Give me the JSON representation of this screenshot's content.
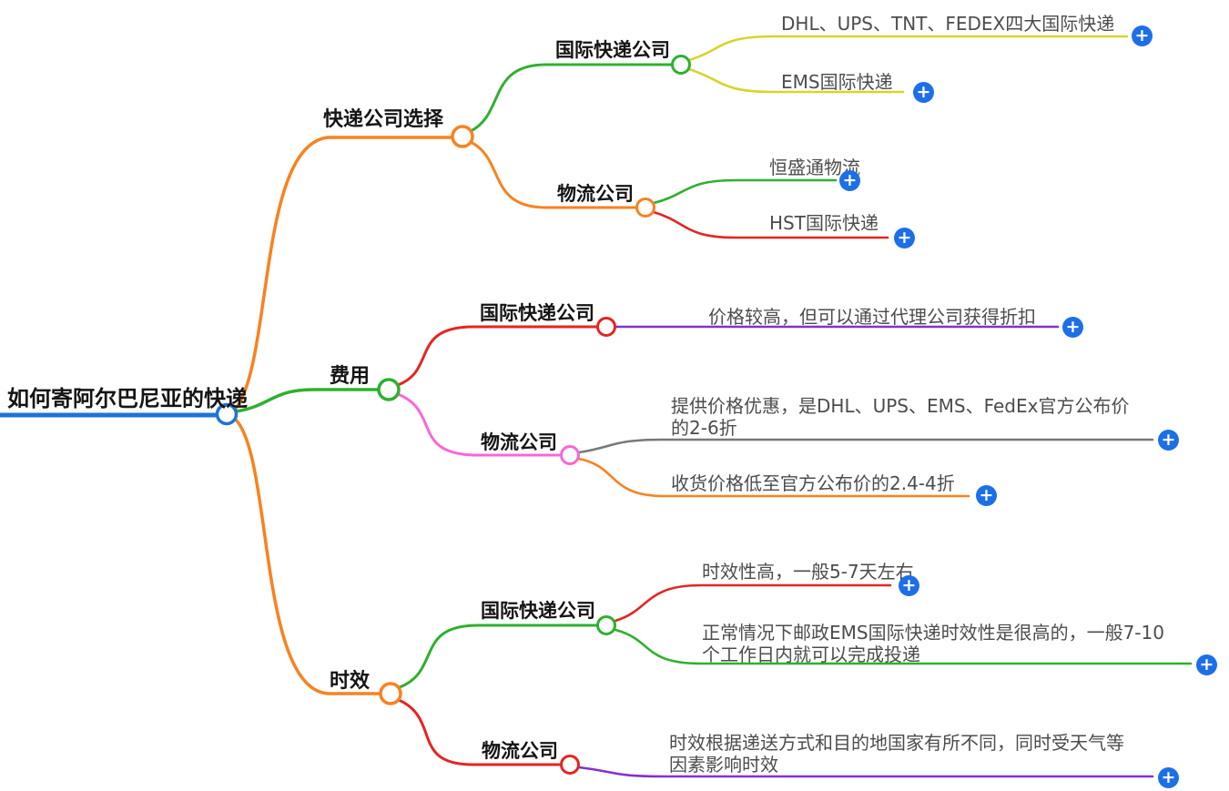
{
  "colors": {
    "root_blue": "#2073d6",
    "orange": "#f8821f",
    "green": "#2eb02e",
    "yellow": "#d6d52b",
    "red": "#e42520",
    "pink": "#f966d6",
    "purple": "#8531c9",
    "gray": "#787878",
    "plus_blue": "#1d6fe8",
    "leaf_text": "#4c4c4c",
    "node_text": "#141414"
  },
  "icons": {
    "add_glyph": "+"
  },
  "root": {
    "label": "如何寄阿尔巴尼亚的快递"
  },
  "branches": [
    {
      "label": "快递公司选择",
      "children": [
        {
          "label": "国际快递公司",
          "leaves": [
            {
              "text": "DHL、UPS、TNT、FEDEX四大国际快递"
            },
            {
              "text": "EMS国际快递"
            }
          ]
        },
        {
          "label": "物流公司",
          "leaves": [
            {
              "text": "恒盛通物流"
            },
            {
              "text": "HST国际快递"
            }
          ]
        }
      ]
    },
    {
      "label": "费用",
      "children": [
        {
          "label": "国际快递公司",
          "leaves": [
            {
              "text": "价格较高，但可以通过代理公司获得折扣"
            }
          ]
        },
        {
          "label": "物流公司",
          "leaves": [
            {
              "text": "提供价格优惠，是DHL、UPS、EMS、FedEx官方公布价\n的2-6折"
            },
            {
              "text": "收货价格低至官方公布价的2.4-4折"
            }
          ]
        }
      ]
    },
    {
      "label": "时效",
      "children": [
        {
          "label": "国际快递公司",
          "leaves": [
            {
              "text": "时效性高，一般5-7天左右"
            },
            {
              "text": "正常情况下邮政EMS国际快递时效性是很高的，一般7-10\n个工作日内就可以完成投递"
            }
          ]
        },
        {
          "label": "物流公司",
          "leaves": [
            {
              "text": "时效根据递送方式和目的地国家有所不同，同时受天气等\n因素影响时效"
            }
          ]
        }
      ]
    }
  ]
}
